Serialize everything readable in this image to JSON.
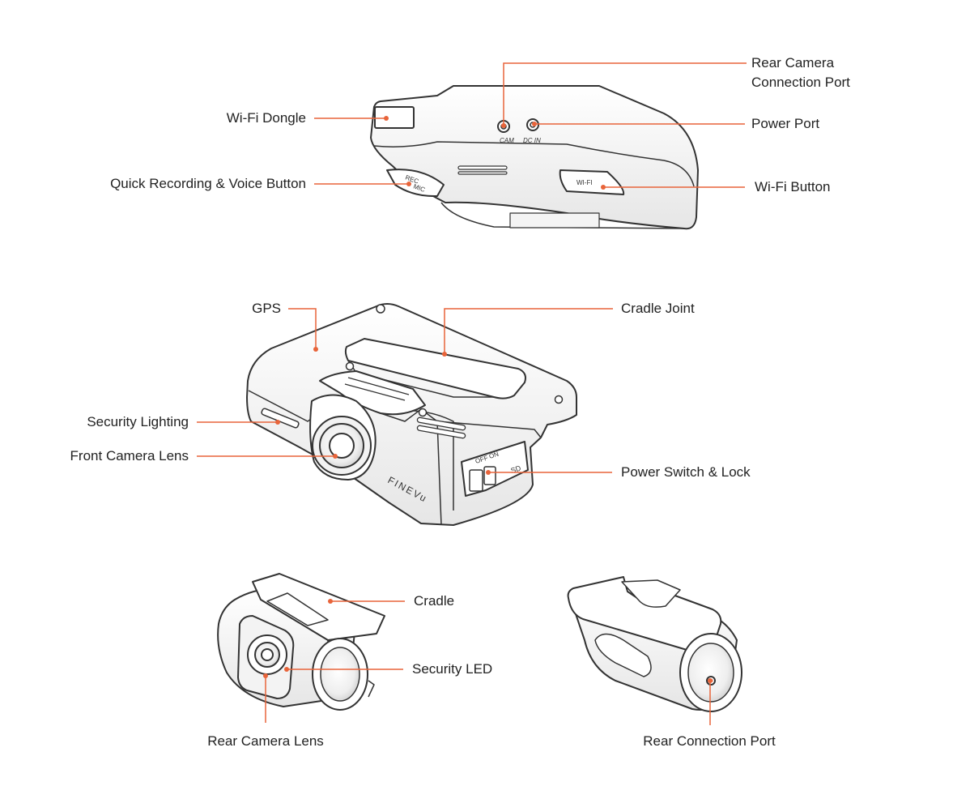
{
  "accent_color": "#e8643a",
  "outline_color": "#333333",
  "top_view": {
    "wifi_dongle": "Wi-Fi Dongle",
    "quick_record_button": "Quick Recording & Voice Button",
    "rear_camera_port_line1": "Rear Camera",
    "rear_camera_port_line2": "Connection Port",
    "power_port": "Power Port",
    "wifi_button": "Wi-Fi Button",
    "cam_mark": "CAM",
    "dcin_mark": "DC IN",
    "rec_mark": "REC",
    "mic_mark": "MIC",
    "wifi_mark": "WI-FI"
  },
  "front_view": {
    "gps": "GPS",
    "cradle_joint": "Cradle Joint",
    "security_lighting": "Security Lighting",
    "front_camera_lens": "Front Camera Lens",
    "power_switch_lock": "Power Switch & Lock",
    "off_mark": "OFF",
    "on_mark": "ON",
    "sd_mark": "SD",
    "brand_mark": "FINEVu"
  },
  "rear_front_view": {
    "cradle": "Cradle",
    "security_led": "Security LED",
    "rear_camera_lens": "Rear Camera Lens"
  },
  "rear_back_view": {
    "rear_connection_port": "Rear Connection Port"
  }
}
